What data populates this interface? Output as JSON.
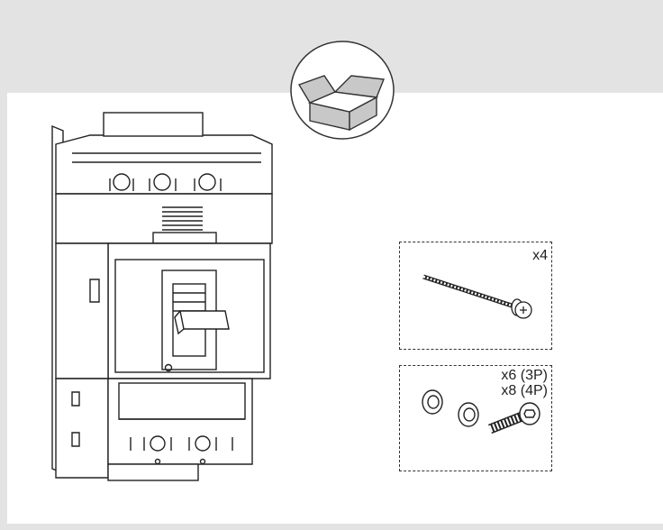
{
  "figure": {
    "package_badge": {
      "icon": "open-box-icon"
    },
    "main_part": {
      "icon": "circuit-breaker-icon"
    },
    "kits": [
      {
        "icon": "long-screw-icon",
        "quantity": "x4"
      },
      {
        "icon": "washer-and-bolt-icon",
        "quantity_lines": [
          "x6 (3P)",
          "x8 (4P)"
        ]
      }
    ]
  },
  "colors": {
    "header_band": "#e3e3e3",
    "box_fill": "#c8c8c8",
    "line": "#222222"
  }
}
